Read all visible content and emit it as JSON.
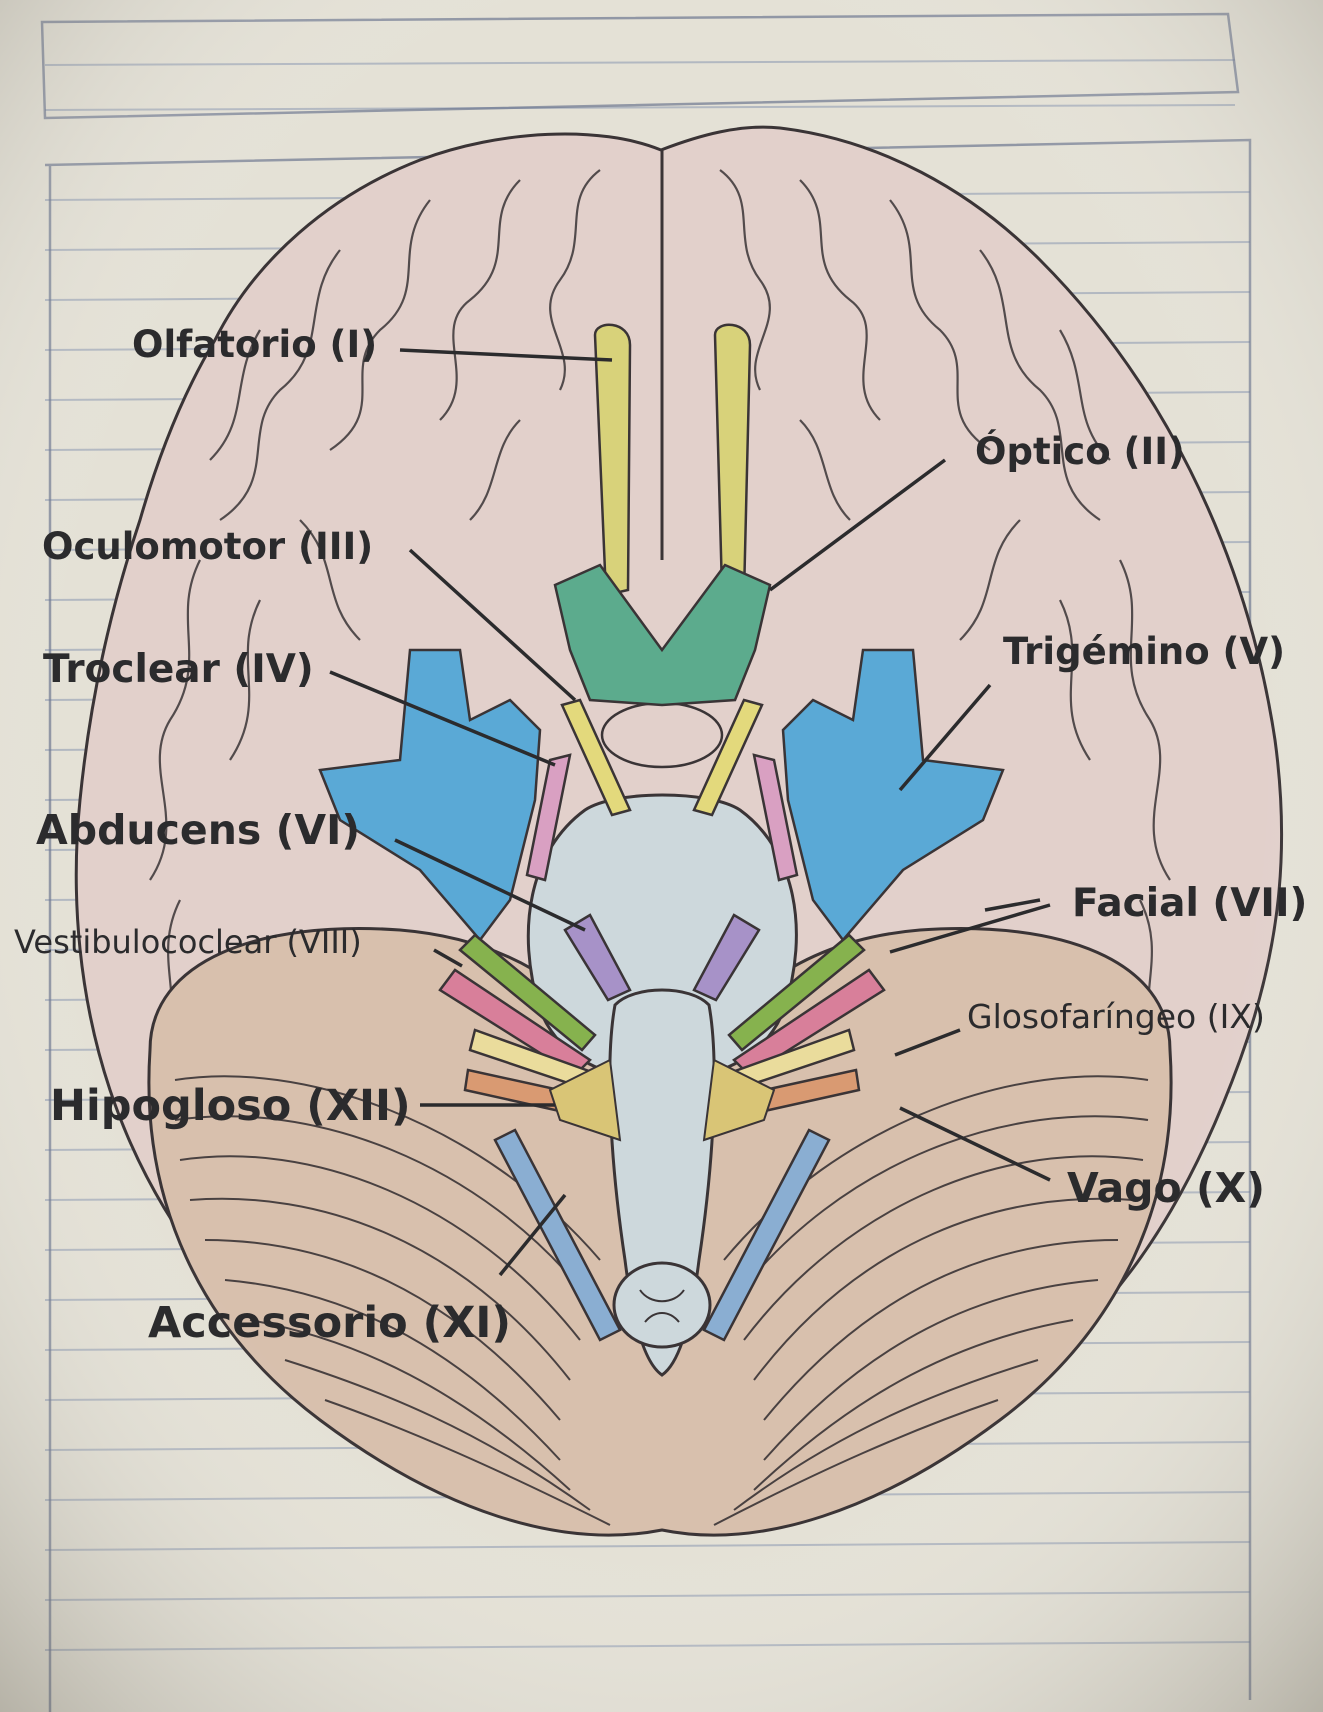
{
  "labels": {
    "olfactory": "Olfatorio (I)",
    "optic": "Óptico (II)",
    "oculomotor": "Oculomotor (III)",
    "trochlear": "Troclear (IV)",
    "trigeminal": "Trigémino (V)",
    "abducens": "Abducens (VI)",
    "facial": "Facial (VII)",
    "vestibulocochlear": "Vestibulococlear (VIII)",
    "glossopharyngeal": "Glosofaríngeo (IX)",
    "hypoglossal": "Hipogloso (XII)",
    "vagus": "Vago (X)",
    "accessory": "Accessorio (XI)"
  },
  "colors": {
    "paper": "#e4e1d6",
    "rule_line": "#8a97b0",
    "brain": "#e2d0cb",
    "cerebellum": "#d8c0ad",
    "brainstem": "#cdd8dc",
    "olfactory": "#d8d27a",
    "optic": "#5cab8d",
    "oculomotor": "#e3d97c",
    "trochlear": "#d9a0c2",
    "trigeminal": "#5aa9d6",
    "abducens": "#a792c8",
    "facial": "#86b24e",
    "vestibulocochlear": "#d87f9a",
    "glossopharyngeal": "#eadc9c",
    "vagus": "#d99a72",
    "accessory": "#8aaed2",
    "hypoglossal": "#d9c576"
  }
}
